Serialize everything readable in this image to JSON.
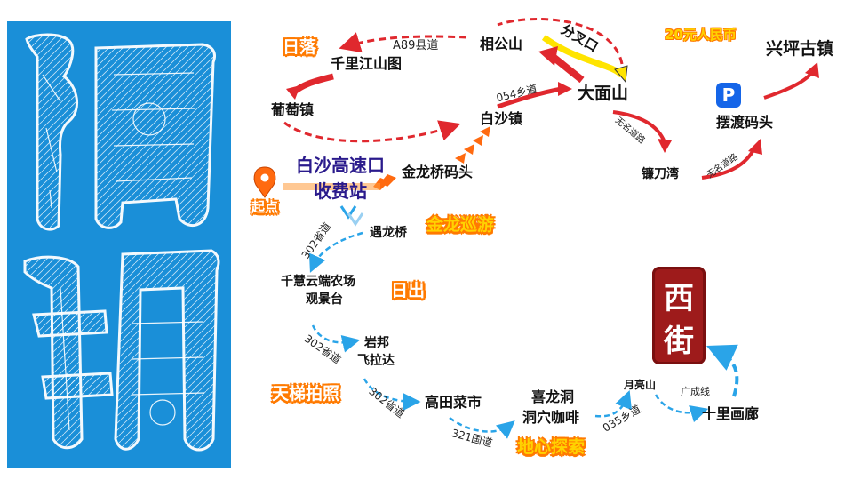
{
  "left_panel": {
    "calligraphy": [
      "阳",
      "朔"
    ]
  },
  "price": "20元人民币",
  "fork": "分叉口",
  "start": {
    "title_line1": "白沙高速口",
    "title_line2": "收费站",
    "tag": "起点"
  },
  "parking": "P",
  "west_street": {
    "chars": [
      "西",
      "街"
    ]
  },
  "nodes": {
    "xianggongshan": "相公山",
    "qianli": "千里江山图",
    "putao": "葡萄镇",
    "baisha": "白沙镇",
    "damianshan": "大面山",
    "jinlongqiao": "金龙桥码头",
    "liandaowan": "镰刀湾",
    "baidu": "摆渡码头",
    "xingping": "兴坪古镇",
    "yulongqiao": "遇龙桥",
    "qianhui": "千慧云端农场",
    "guanjingtai": "观景台",
    "yanbang": "岩邦",
    "feilada": "飞拉达",
    "gaotian": "高田菜市",
    "xilong": "喜龙洞",
    "dongxue": "洞穴咖啡",
    "yueliangshan": "月亮山",
    "shili": "十里画廊"
  },
  "roads": {
    "a89": "A89县道",
    "x054": "054乡道",
    "wuming1": "无名道路",
    "wuming2": "无名道路",
    "s302a": "302省道",
    "s302b": "302省道",
    "s302c": "302省道",
    "g321": "321国道",
    "x035": "035乡道",
    "guangcheng": "广成线"
  },
  "tags": {
    "riluo": "日落",
    "richu": "日出",
    "jinlong": "金龙巡游",
    "tianti": "天梯拍照",
    "dixin": "地心探索"
  },
  "colors": {
    "panel_blue": "#1a8fd8",
    "route_red": "#e0282e",
    "route_orange": "#ff6a10",
    "route_dashed_blue": "#2aa4e8",
    "tag_orange": "#ff7a00",
    "tag_yellow": "#ffd200",
    "parking_blue": "#1565e8",
    "seal_red": "#9e1b1b",
    "start_purple": "#2a1a8c",
    "fork_yellow": "#ffe400"
  },
  "icons": {
    "location_pin": "location-pin-icon",
    "parking": "parking-icon"
  }
}
